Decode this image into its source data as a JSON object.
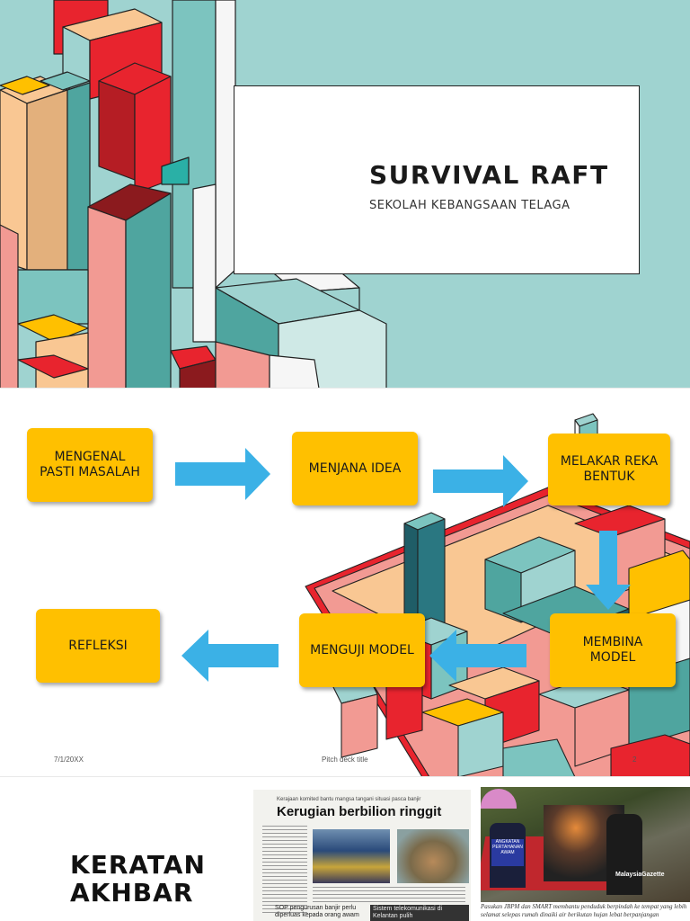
{
  "slide1": {
    "title": "SURVIVAL RAFT",
    "subtitle": "SEKOLAH KEBANGSAAN TELAGA"
  },
  "slide2": {
    "steps": [
      "MENGENAL\nPASTI MASALAH",
      "MENJANA IDEA",
      "MELAKAR REKA\nBENTUK",
      "MEMBINA\nMODEL",
      "MENGUJI MODEL",
      "REFLEKSI"
    ],
    "footer": {
      "date": "7/1/20XX",
      "title": "Pitch deck title",
      "page": "2"
    }
  },
  "slide3": {
    "title": "KERATAN\nAKHBAR",
    "news": {
      "kicker": "Kerajaan komited bantu mangsa tangani situasi pasca banjir",
      "headline": "Kerugian berbilion ringgit",
      "sub": "SOP pengurusan banjir perlu diperluas kepada orang awam",
      "sub2": "Sistem telekomunikasi di Kelantan pulih"
    },
    "photo": {
      "watermark": "MalaysiaGazette",
      "vest_text": "ANGKATAN PERTAHANAN AWAM",
      "caption": "Pasukan JBPM dan SMART membantu penduduk berpindah ke tempat yang lebih selamat selepas rumah dinaiki air berikutan hujan lebat berpanjangan"
    }
  },
  "colors": {
    "accent": "#ffc000",
    "arrow": "#3bb1e6",
    "teal": "#9fd3d0",
    "red": "#e8242e",
    "salmon": "#f29a93",
    "peach": "#f9c793",
    "dark_teal": "#1f5d67"
  }
}
